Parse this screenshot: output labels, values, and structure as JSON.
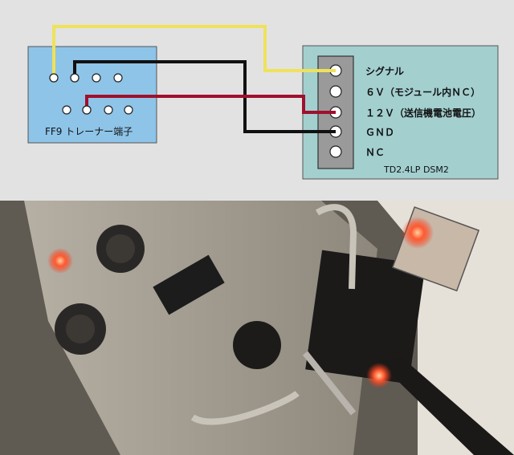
{
  "diagram": {
    "trainer_port": {
      "label": "FF9 トレーナー端子",
      "box_color": "#8ec4e8"
    },
    "module": {
      "label": "TD2.4LP DSM2",
      "box_color": "#a3cfcf",
      "pins": [
        {
          "label": "シグナル"
        },
        {
          "label": "６Ｖ（モジュール内ＮＣ）"
        },
        {
          "label": "１２Ｖ（送信機電池電圧）"
        },
        {
          "label": "ＧＮＤ"
        },
        {
          "label": "ＮＣ"
        }
      ]
    },
    "wires": [
      {
        "name": "signal-wire",
        "color": "#efe25a"
      },
      {
        "name": "gnd-wire",
        "color": "#111111"
      },
      {
        "name": "12v-wire",
        "color": "#a0102c"
      }
    ],
    "background": "#e2e2e2"
  },
  "photo": {
    "description_free": true
  }
}
